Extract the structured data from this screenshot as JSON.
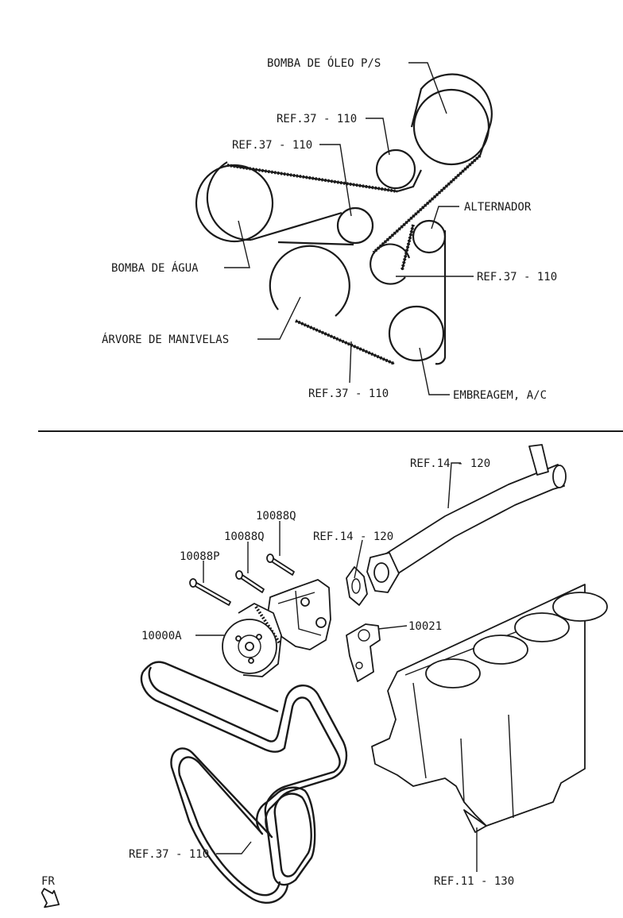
{
  "top_section": {
    "labels": {
      "oil_pump": "BOMBA DE ÓLEO  P/S",
      "ref_idler_top": "REF.37 - 110",
      "ref_idler_left": "REF.37 - 110",
      "alternator": "ALTERNADOR",
      "water_pump": "BOMBA DE ÁGUA",
      "ref_tensioner": "REF.37 - 110",
      "crankshaft": "ÁRVORE DE MANIVELAS",
      "ref_belt": "REF.37 - 110",
      "ac_clutch": "EMBREAGEM, A/C"
    }
  },
  "bottom_section": {
    "labels": {
      "ref_pipe": "REF.14 - 120",
      "ref_gasket": "REF.14 - 120",
      "bolt_q_top": "10088Q",
      "bolt_q": "10088Q",
      "bolt_p": "10088P",
      "water_pump_asm": "10000A",
      "gasket": "10021",
      "ref_belt": "REF.37 - 110",
      "ref_block": "REF.11 - 130",
      "front": "FR"
    }
  }
}
